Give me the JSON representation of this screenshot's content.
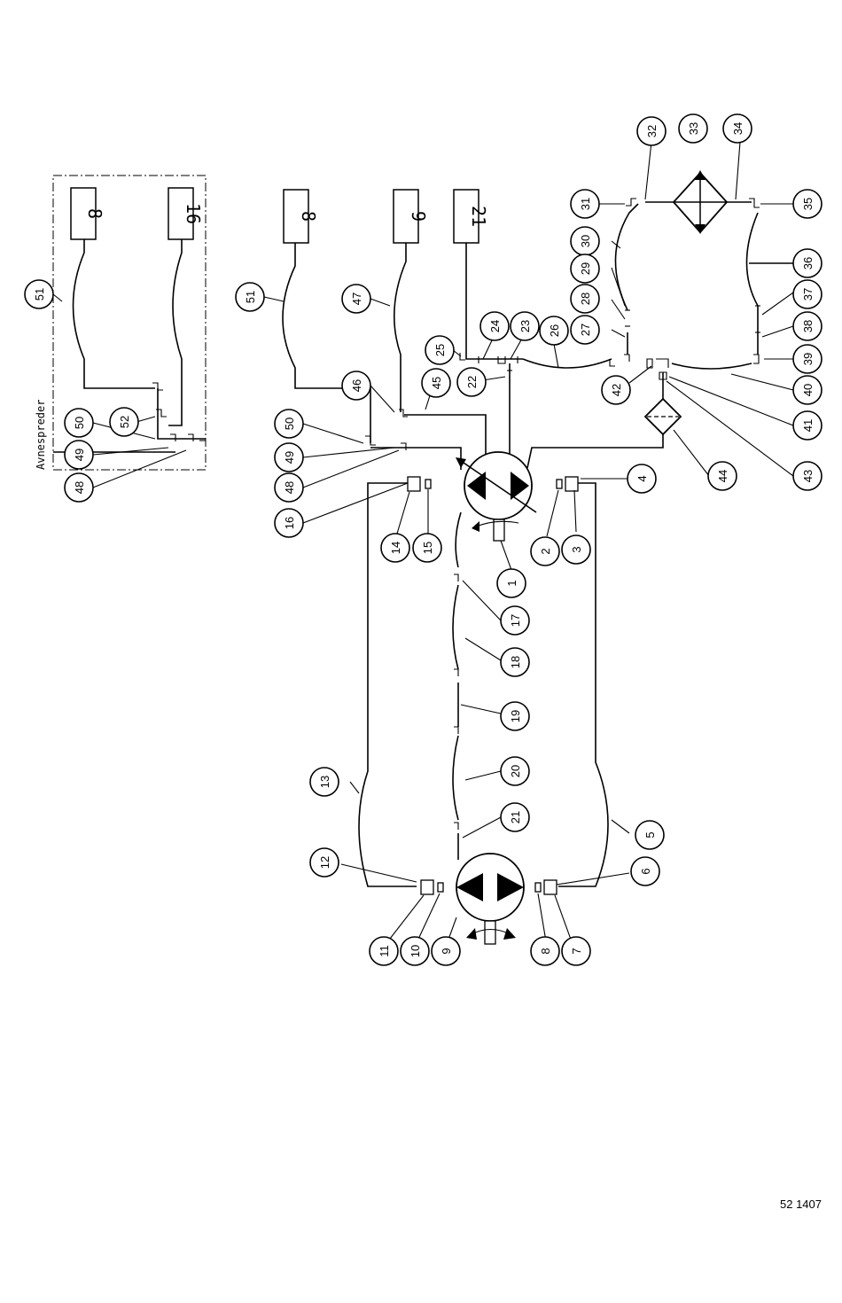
{
  "diagram": {
    "group_label": "Avnespreder",
    "doc_number": "52 1407",
    "boxes": [
      {
        "id": "inset-8",
        "text": "8"
      },
      {
        "id": "inset-16",
        "text": "16"
      },
      {
        "id": "main-8",
        "text": "8"
      },
      {
        "id": "main-9",
        "text": "9"
      },
      {
        "id": "main-21",
        "text": "21"
      }
    ],
    "callouts": [
      "1",
      "2",
      "3",
      "4",
      "5",
      "6",
      "7",
      "8",
      "9",
      "10",
      "11",
      "12",
      "13",
      "14",
      "15",
      "16",
      "17",
      "18",
      "19",
      "20",
      "21",
      "22",
      "23",
      "24",
      "25",
      "26",
      "27",
      "28",
      "29",
      "30",
      "31",
      "32",
      "33",
      "34",
      "35",
      "36",
      "37",
      "38",
      "39",
      "40",
      "41",
      "42",
      "43",
      "44",
      "45",
      "46",
      "47",
      "48",
      "49",
      "50",
      "51",
      "52"
    ],
    "inset_callouts": [
      "51",
      "50",
      "52",
      "49",
      "48"
    ]
  }
}
